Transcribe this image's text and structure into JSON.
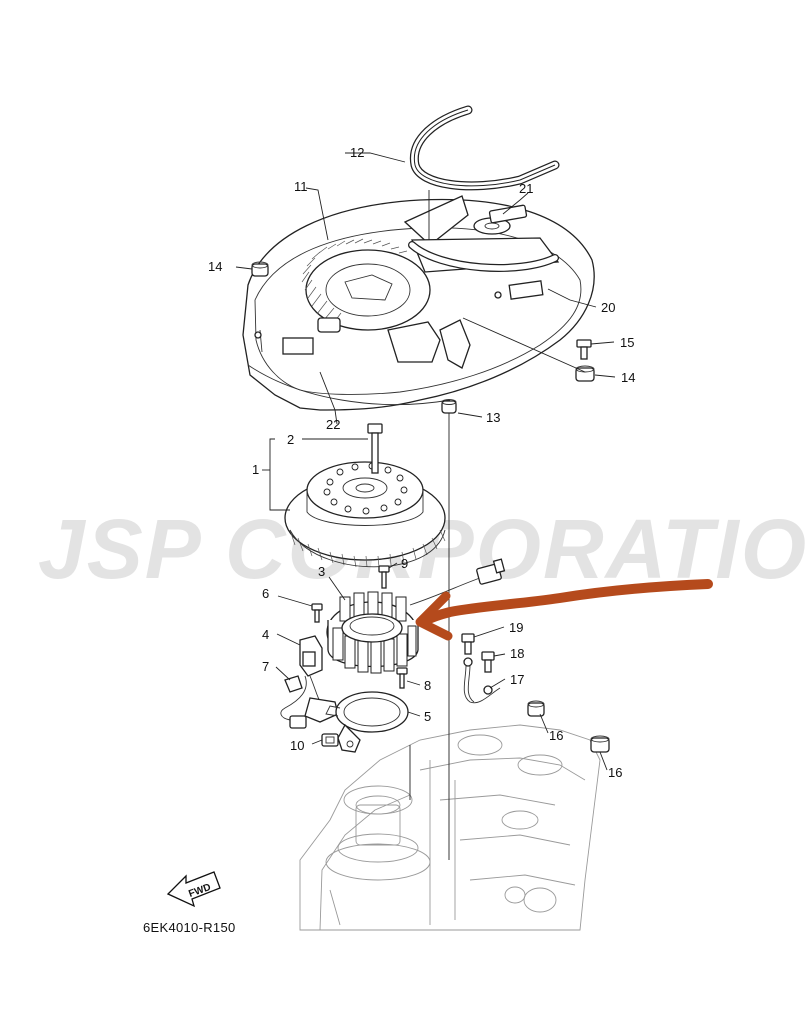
{
  "diagram": {
    "callouts": [
      {
        "id": "1",
        "label": "1"
      },
      {
        "id": "2",
        "label": "2"
      },
      {
        "id": "3",
        "label": "3"
      },
      {
        "id": "4",
        "label": "4"
      },
      {
        "id": "5",
        "label": "5"
      },
      {
        "id": "6",
        "label": "6"
      },
      {
        "id": "7",
        "label": "7"
      },
      {
        "id": "8",
        "label": "8"
      },
      {
        "id": "9",
        "label": "9"
      },
      {
        "id": "10",
        "label": "10"
      },
      {
        "id": "11",
        "label": "11"
      },
      {
        "id": "12",
        "label": "12"
      },
      {
        "id": "13",
        "label": "13"
      },
      {
        "id": "14a",
        "label": "14"
      },
      {
        "id": "14b",
        "label": "14"
      },
      {
        "id": "15",
        "label": "15"
      },
      {
        "id": "16a",
        "label": "16"
      },
      {
        "id": "16b",
        "label": "16"
      },
      {
        "id": "17",
        "label": "17"
      },
      {
        "id": "18",
        "label": "18"
      },
      {
        "id": "19",
        "label": "19"
      },
      {
        "id": "20",
        "label": "20"
      },
      {
        "id": "21",
        "label": "21"
      },
      {
        "id": "22",
        "label": "22"
      }
    ],
    "diagram_code": "6EK4010-R150",
    "fwd_label": "FWD",
    "watermark": "JSP CORPORATIO",
    "highlight_arrow_color": "#b54a1c",
    "line_color": "#222222"
  }
}
